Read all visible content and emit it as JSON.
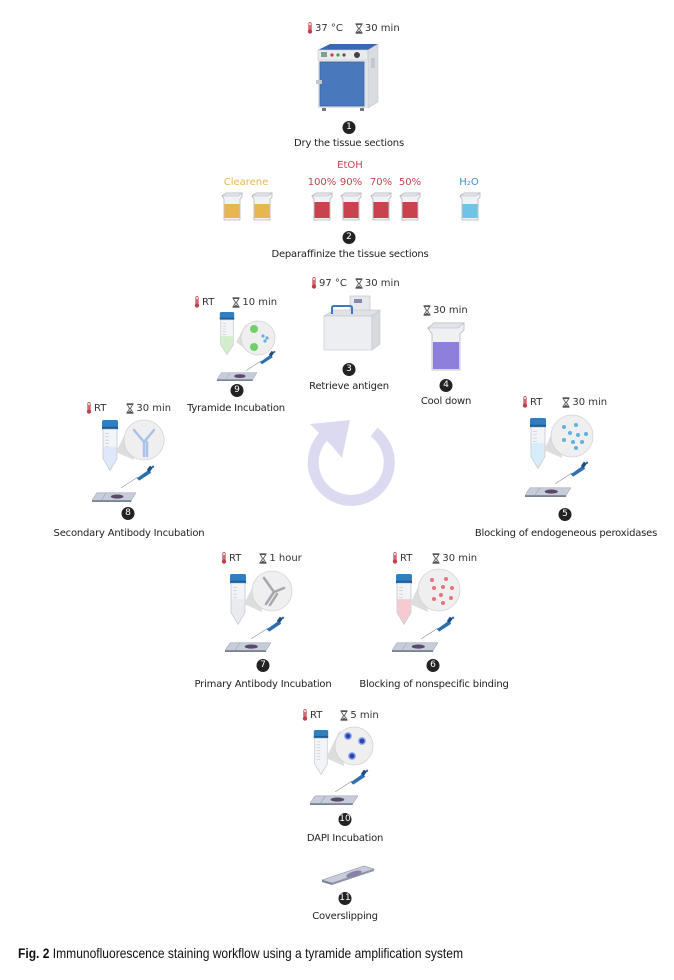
{
  "figure": {
    "caption_label": "Fig. 2",
    "caption_text": "Immunofluorescence staining workflow using a tyramide amplification system"
  },
  "steps": [
    {
      "number": "1",
      "title": "Dry the tissue sections",
      "temperature": "37 °C",
      "time": "30 min",
      "icon": "oven-icon"
    },
    {
      "number": "2",
      "title": "Deparaffinize the tissue sections",
      "icon": "staining-jars-icon"
    },
    {
      "number": "3",
      "title": "Retrieve antigen",
      "temperature": "97 °C",
      "time": "30 min",
      "icon": "water-bath-icon"
    },
    {
      "number": "4",
      "title": "Cool down",
      "time": "30 min",
      "icon": "beaker-icon"
    },
    {
      "number": "5",
      "title": "Blocking of endogeneous peroxidases",
      "temperature": "RT",
      "time": "30 min",
      "icon": "tube-pipette-slide-icon"
    },
    {
      "number": "6",
      "title": "Blocking of nonspecific binding",
      "temperature": "RT",
      "time": "30 min",
      "icon": "tube-pipette-slide-icon"
    },
    {
      "number": "7",
      "title": "Primary Antibody Incubation",
      "temperature": "RT",
      "time": "1 hour",
      "icon": "tube-pipette-slide-icon"
    },
    {
      "number": "8",
      "title": "Secondary Antibody Incubation",
      "temperature": "RT",
      "time": "30 min",
      "icon": "tube-pipette-slide-icon"
    },
    {
      "number": "9",
      "title": "Tyramide Incubation",
      "temperature": "RT",
      "time": "10 min",
      "icon": "tube-pipette-slide-icon"
    },
    {
      "number": "10",
      "title": "DAPI Incubation",
      "temperature": "RT",
      "time": "5 min",
      "icon": "tube-pipette-slide-icon"
    },
    {
      "number": "11",
      "title": "Coverslipping",
      "icon": "slide-icon"
    }
  ],
  "deparaffinize": {
    "clearene_label": "Clearene",
    "etoh_label": "EtOH",
    "etoh_concentrations": [
      "100%",
      "90%",
      "70%",
      "50%"
    ],
    "water_label": "H₂O",
    "colors": {
      "clearene": "#e8b64e",
      "etoh": "#c9434f",
      "water": "#6fc3e4"
    }
  },
  "colors": {
    "cycle_arrow": "#dcdaf0",
    "thermometer": "#c0404a",
    "tube_cap": "#2f7fc1",
    "badge": "#222222"
  }
}
